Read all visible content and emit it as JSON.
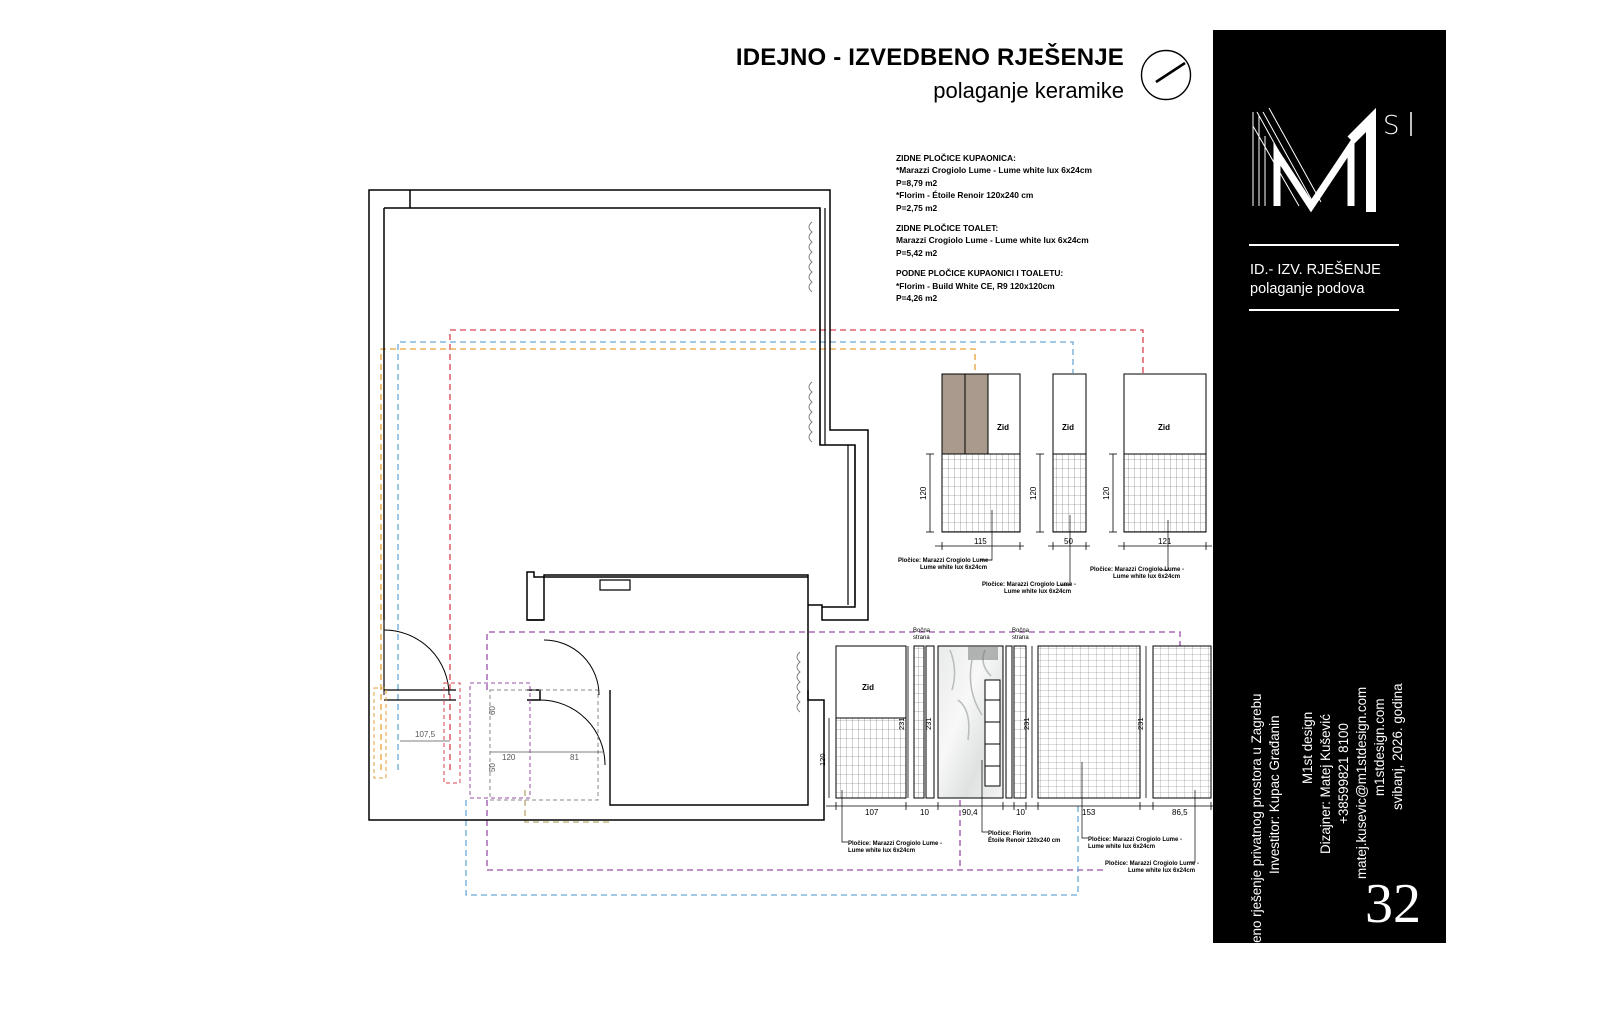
{
  "header": {
    "title": "IDEJNO - IZVEDBENO RJEŠENJE",
    "subtitle": "polaganje keramike"
  },
  "notes": {
    "kupaonica_head": "ZIDNE PLOČICE KUPAONICA:",
    "kupaonica_line1": "*Marazzi Crogiolo Lume - Lume white lux 6x24cm",
    "kupaonica_line2": "P=8,79 m2",
    "kupaonica_line3": "*Florim - Étoile Renoir 120x240 cm",
    "kupaonica_line4": "P=2,75 m2",
    "toalet_head": "ZIDNE PLOČICE TOALET:",
    "toalet_line1": "Marazzi Crogiolo Lume - Lume white lux 6x24cm",
    "toalet_line2": "P=5,42 m2",
    "podne_head": "PODNE PLOČICE KUPAONICI I TOALETU:",
    "podne_line1": "*Florim - Build White CE, R9 120x120cm",
    "podne_line2": "P=4,26 m2"
  },
  "sidebar": {
    "section_title": "ID.- IZV. RJEŠENJE",
    "section_subtitle": "polaganje podova",
    "project": "Idejno - izvedbeno rješenje privatnog prostora u Zagrebu",
    "investor": "Investitor: Kupac Građanin",
    "studio": "M1st design",
    "designer": "Dizajner: Matej Kušević",
    "phone": "+38599821 8100",
    "email": "matej.kusevic@m1stdesign.com",
    "web": "m1stdesign.com",
    "date": "svibanj, 2026. godina",
    "logo_text": "M1",
    "logo_super": "ST",
    "page_number": "32"
  },
  "elevations": {
    "wall_label": "Zid",
    "side_label_1": "Bočna",
    "side_label_2": "strana",
    "dim_120": "120",
    "dim_115": "115",
    "dim_50": "50",
    "dim_121": "121",
    "dim_231": "231",
    "dim_107": "107",
    "dim_90_4": "90,4",
    "dim_153": "153",
    "dim_86_5": "86,5",
    "dim_10": "10",
    "callout_lume_1": "Pločice: Marazzi Crogiolo Lume -",
    "callout_lume_2": "Lume white lux 6x24cm",
    "callout_etoile_1": "Pločice: Florim",
    "callout_etoile_2": "Étoile Renoir 120x240 cm",
    "plan_dim_107_5": "107,5",
    "plan_dim_120": "120",
    "plan_dim_81": "81",
    "plan_dim_60": "60",
    "plan_dim_50": "50"
  },
  "colors": {
    "red_dash": "#d9434e",
    "blue_dash": "#6aa9d8",
    "orange_dash": "#e6a23c",
    "purple_dash": "#9b4fa8",
    "olive_dash": "#b6a66a",
    "sidebar_bg": "#000000",
    "wood_tile": "#a99a8d"
  }
}
